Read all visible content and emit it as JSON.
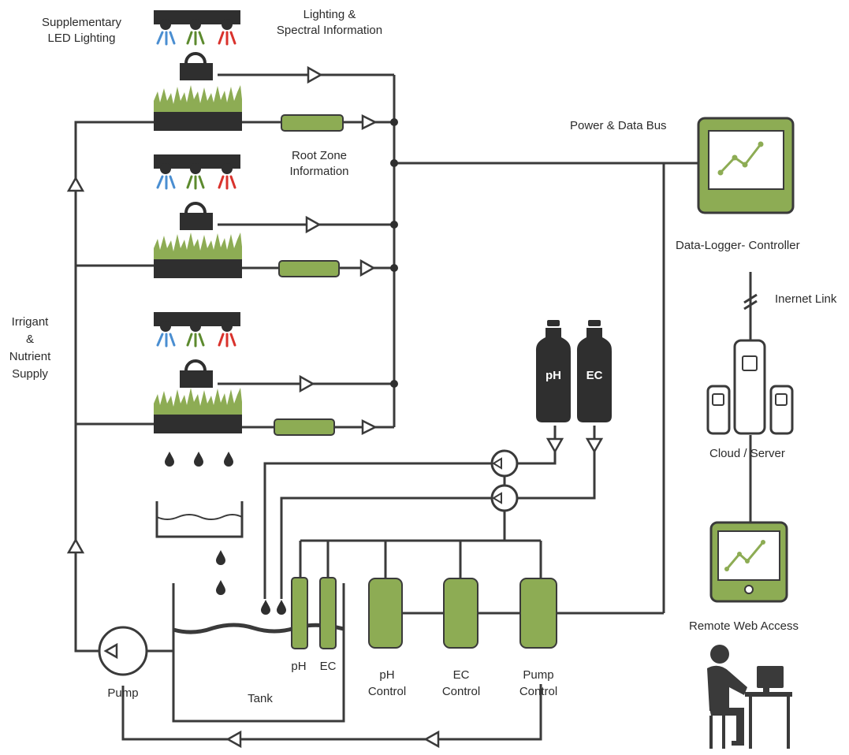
{
  "labels": {
    "supplementary_led": "Supplementary\nLED Lighting",
    "lighting_spectral": "Lighting &\nSpectral Information",
    "root_zone": "Root Zone\nInformation",
    "power_data_bus": "Power & Data Bus",
    "data_logger": "Data-Logger- Controller",
    "internet_link": "Inernet Link",
    "cloud_server": "Cloud / Server",
    "remote_web": "Remote Web Access",
    "irrigant": "Irrigant\n&\nNutrient\nSupply",
    "ph_bottle": "pH",
    "ec_bottle": "EC",
    "ph_probe": "pH",
    "ec_probe": "EC",
    "ph_control": "pH\nControl",
    "ec_control": "EC\nControl",
    "pump_control": "Pump\nControl",
    "pump": "Pump",
    "tank": "Tank"
  },
  "colors": {
    "line": "#3a3a3a",
    "green": "#8dac54",
    "green_dark": "#5b7a2d",
    "dark": "#2f2f2f",
    "led_blue": "#4a8ed1",
    "led_green": "#5c8a2e",
    "led_red": "#d9322c"
  },
  "icons": {
    "led_fixture": "led-bar-icon",
    "light_sensor": "light-sensor-icon",
    "grass_tray": "plant-tray-icon",
    "drip": "water-drop-icon",
    "bottle": "bottle-icon",
    "server": "server-icon",
    "monitor": "monitor-chart-icon",
    "tablet": "tablet-chart-icon",
    "person": "person-at-computer-icon",
    "valve": "valve-icon",
    "pump": "pump-icon"
  }
}
